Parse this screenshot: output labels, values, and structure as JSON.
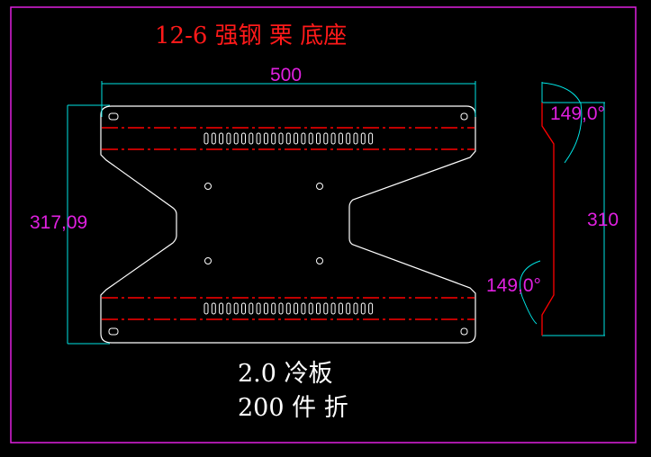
{
  "title": "12-6 强钢 栗 底座",
  "dimensions": {
    "width": "500",
    "height": "317,09",
    "side_height": "310",
    "angle_top": "149,0°",
    "angle_bottom": "149,0°"
  },
  "notes": {
    "material": "2.0 冷板",
    "quantity": "200 件 折"
  },
  "colors": {
    "outline": "#ffffff",
    "bend": "#ff0000",
    "dim": "#00e5e5",
    "text": "#e020e0",
    "title": "#ff1a1a",
    "frame": "#e020e0"
  }
}
